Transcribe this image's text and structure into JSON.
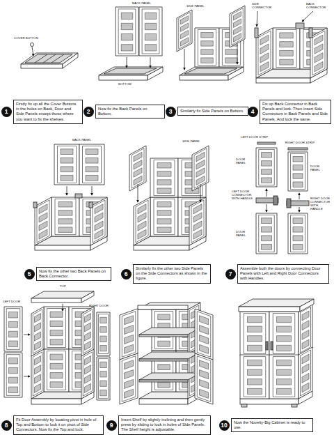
{
  "diagram": {
    "nodes": [
      {
        "text": [
          "1"
        ]
      },
      {
        "text": [
          "Firstly fix up all the Cover Buttons in the holes on Back, Door and Side Panels except those where you want to fix the shelves."
        ]
      },
      {
        "text": [
          "2"
        ]
      },
      {
        "text": [
          "Now fix the Back Panels on Bottom."
        ]
      },
      {
        "text": [
          "3"
        ]
      },
      {
        "text": [
          "Similarly fix Side Panels on Bottom."
        ]
      },
      {
        "text": [
          "4"
        ]
      },
      {
        "text": [
          "Fix up Back Connector in Back Panels and lock. Then insert Side Connectors in Back Panels and Side Panels. And lock the same."
        ]
      },
      {
        "text": [
          "5"
        ]
      },
      {
        "text": [
          "Now fix the other two Back Panels on Back Connector."
        ]
      },
      {
        "text": [
          "6"
        ]
      },
      {
        "text": [
          "Similarly fix the other two Side Panels on the Side Connectors as shown in the figure."
        ]
      },
      {
        "text": [
          "7"
        ]
      },
      {
        "text": [
          "Assemble both the doors by connecting Door Panels with Left and Right Door Connectors with Handles."
        ]
      },
      {
        "text": [
          "8"
        ]
      },
      {
        "text": [
          "Fit Door Assembly by locating pivot in hole of Top and Bottom to lock it on pivot of Side Connectors. Now fix the Top and lock."
        ]
      },
      {
        "text": [
          "9"
        ]
      },
      {
        "text": [
          "Insert Shelf by slightly inclining and then gently press by sliding to lock in holes of Side Panels. The Shelf height is adjustable."
        ]
      },
      {
        "text": [
          "10"
        ]
      },
      {
        "text": [
          "Now the Novelty-Big Cabinet is ready to use."
        ]
      }
    ],
    "labels": [
      "COVER BUTTON",
      "BACK PANEL",
      "BOTTOM",
      "SIDE PANEL",
      "SIDE CONNECTOR",
      "BACK CONNECTOR",
      "BACK PANEL",
      "SIDE PANEL",
      "LEFT DOOR STRIP",
      "RIGHT DOOR STRIP",
      "DOOR PANEL",
      "DOOR PANEL",
      "LEFT DOOR CONNECTOR WITH HANDLE",
      "RIGHT DOOR CONNECTOR WITH HANDLE",
      "DOOR PANEL",
      "LEFT DOOR",
      "TOP",
      "RIGHT DOOR"
    ]
  }
}
